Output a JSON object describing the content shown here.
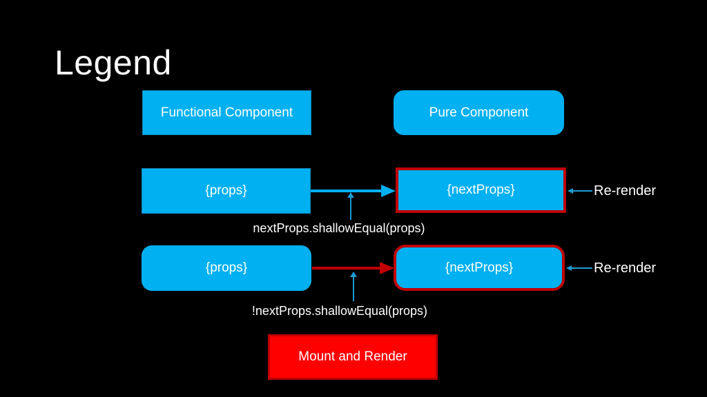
{
  "title": "Legend",
  "colors": {
    "background": "#000000",
    "box_blue": "#00b0f0",
    "box_red": "#ff0000",
    "border_dark_red": "#c00000",
    "text": "#ffffff"
  },
  "legend_boxes": {
    "functional": "Functional Component",
    "pure": "Pure Component"
  },
  "flow_equal": {
    "props": "{props}",
    "next_props": "{nextProps}",
    "condition": "nextProps.shallowEqual(props)",
    "result": "Re-render"
  },
  "flow_not_equal": {
    "props": "{props}",
    "next_props": "{nextProps}",
    "condition": "!nextProps.shallowEqual(props)",
    "result": "Re-render"
  },
  "mount": {
    "label": "Mount and Render"
  }
}
